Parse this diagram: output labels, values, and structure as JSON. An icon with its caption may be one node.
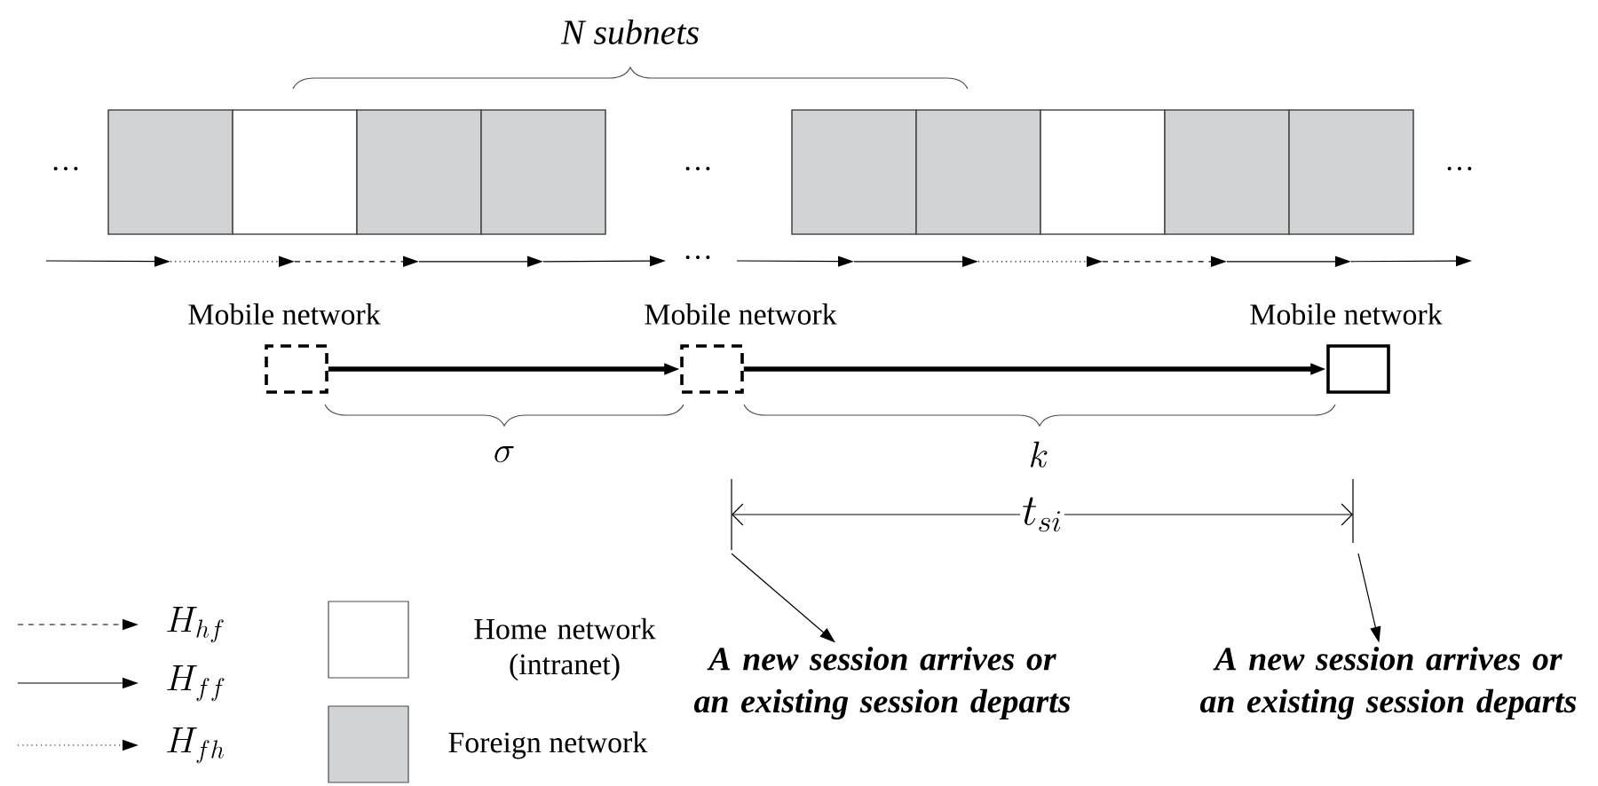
{
  "diagram": {
    "nodes": [
      {
        "text": [],
        "shape": "box"
      },
      {
        "text": [],
        "shape": "box"
      },
      {
        "text": [],
        "shape": "box"
      },
      {
        "text": [],
        "shape": "box"
      },
      {
        "text": [],
        "shape": "box"
      },
      {
        "text": [],
        "shape": "box"
      },
      {
        "text": [],
        "shape": "box"
      },
      {
        "text": [],
        "shape": "box"
      },
      {
        "text": [],
        "shape": "box"
      },
      {
        "text": [
          "Mobile network"
        ]
      },
      {
        "text": [
          "Mobile network"
        ]
      },
      {
        "text": [
          "Mobile network"
        ]
      },
      {
        "text": [
          "A new session arrives or an existing session departs"
        ]
      },
      {
        "text": [
          "A new session arrives or an existing session departs"
        ]
      }
    ],
    "edges": [
      {
        "from": null,
        "to": 0,
        "arrow": "to"
      },
      {
        "from": 0,
        "to": 1,
        "arrow": "to",
        "style": "dashed"
      },
      {
        "from": 1,
        "to": 2,
        "arrow": "to",
        "style": "dashed"
      },
      {
        "from": 2,
        "to": 3,
        "arrow": "to"
      },
      {
        "from": 3,
        "to": null,
        "arrow": "to"
      },
      {
        "from": null,
        "to": 4,
        "arrow": "to"
      },
      {
        "from": 4,
        "to": 5,
        "arrow": "to"
      },
      {
        "from": 5,
        "to": 6,
        "arrow": "to",
        "style": "dashed"
      },
      {
        "from": 6,
        "to": 7,
        "arrow": "to",
        "style": "dashed"
      },
      {
        "from": 7,
        "to": 8,
        "arrow": "to"
      },
      {
        "from": 8,
        "to": null,
        "arrow": "to"
      },
      {
        "from": 9,
        "to": 10,
        "arrow": "to",
        "style": "thick"
      },
      {
        "from": 10,
        "to": 11,
        "arrow": "to",
        "style": "thick"
      },
      {
        "from": null,
        "to": 12,
        "arrow": "to"
      },
      {
        "from": null,
        "to": 13,
        "arrow": "to"
      }
    ],
    "labels": [
      "N subnets",
      "…",
      "…",
      "…",
      "…",
      "\\sigma",
      "k",
      "t_{si}"
    ],
    "legend": [
      {
        "text": "H_{hf}"
      },
      {
        "text": "H_{ff}"
      },
      {
        "text": "H_{fh}"
      },
      {
        "text": "Home network (intranet)"
      },
      {
        "text": "Foreign network",
        "color": "#d1d3d4"
      }
    ]
  }
}
